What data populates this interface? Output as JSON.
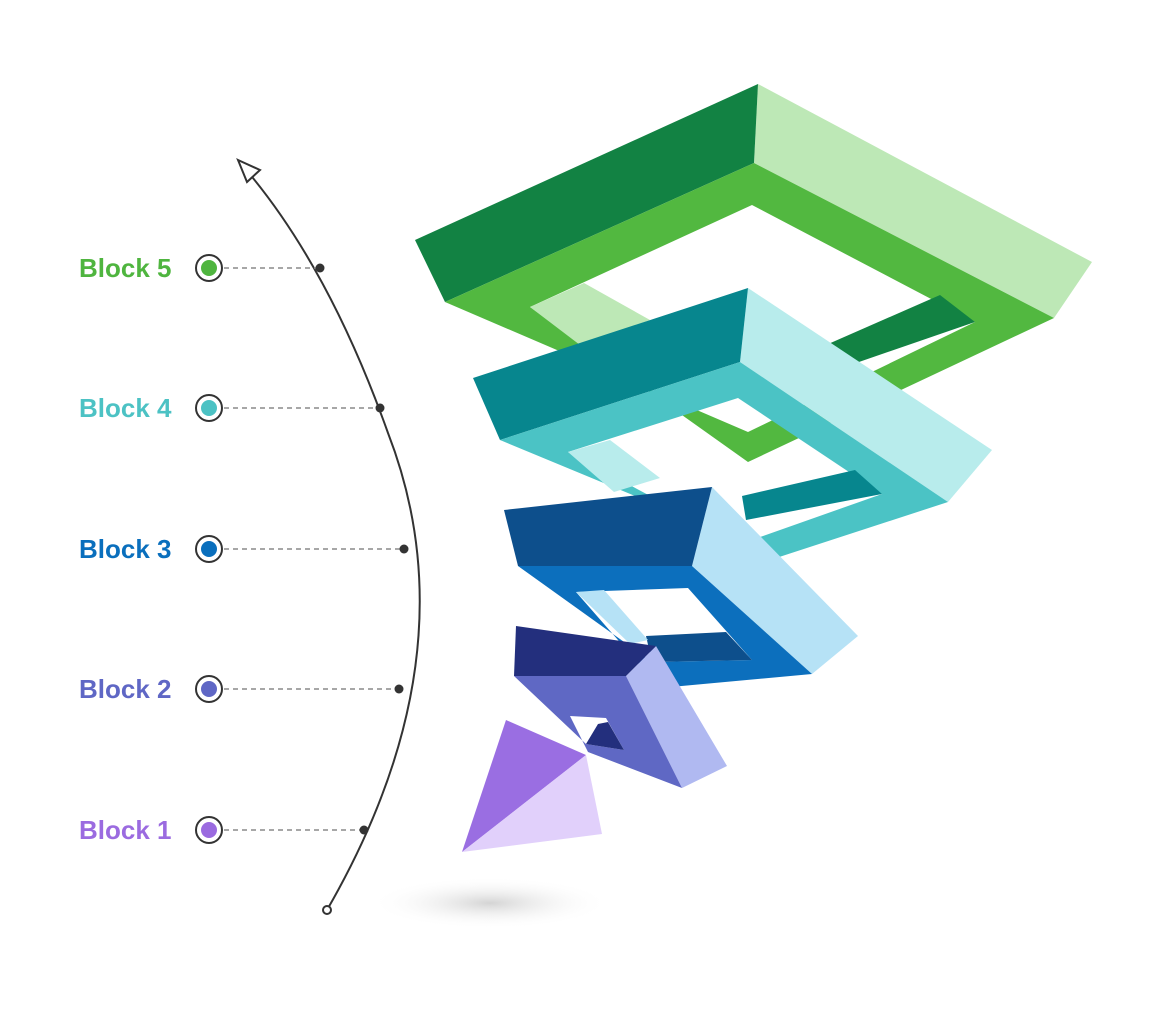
{
  "blocks": [
    {
      "label": "Block 5",
      "color": "#4fb53f"
    },
    {
      "label": "Block 4",
      "color": "#4cc2c4"
    },
    {
      "label": "Block 3",
      "color": "#0a6fbd"
    },
    {
      "label": "Block 2",
      "color": "#5f67c5"
    },
    {
      "label": "Block 1",
      "color": "#9b6be0"
    }
  ],
  "colors": {
    "axis": "#333333",
    "leader": "#8a8a8a",
    "green_dark": "#128243",
    "green_mid": "#52b840",
    "green_light": "#bde8b6",
    "teal_dark": "#07868e",
    "teal_mid": "#4bc3c5",
    "teal_light": "#b8ecec",
    "blue_dark": "#0d4f8c",
    "blue_mid": "#0c6fbd",
    "blue_light": "#b6e2f6",
    "indigo_dark": "#232f7d",
    "indigo_mid": "#5f68c4",
    "indigo_light": "#b0b9f1",
    "violet_dark": "#9a6ee2",
    "violet_light": "#e1d0fb"
  },
  "icons": {
    "axis_arrow": "triangle-arrow-icon",
    "marker": "ring-dot-icon"
  }
}
